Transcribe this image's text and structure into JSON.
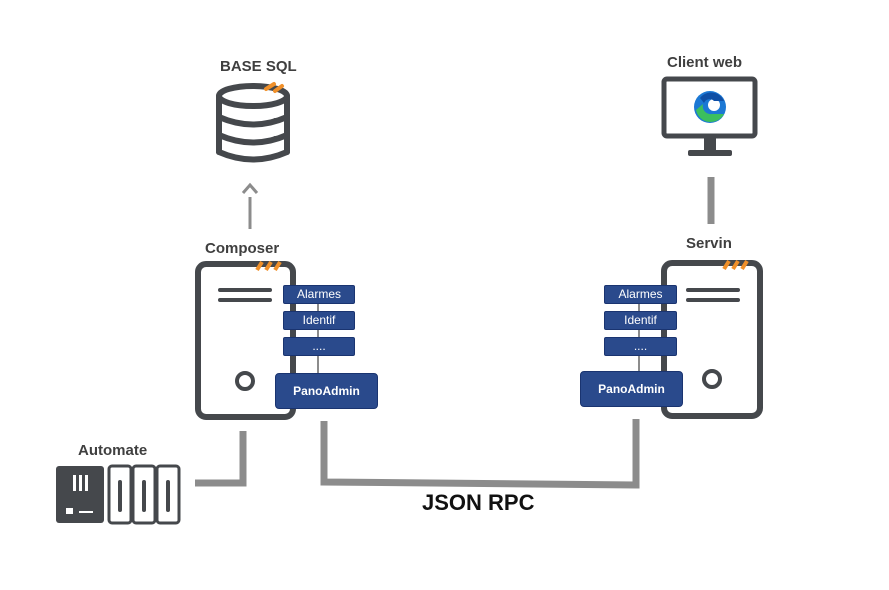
{
  "nodes": {
    "database": {
      "label": "BASE SQL"
    },
    "client": {
      "label": "Client web"
    },
    "composer": {
      "label": "Composer"
    },
    "servin": {
      "label": "Servin"
    },
    "automate": {
      "label": "Automate"
    }
  },
  "composer_modules": [
    "Alarmes",
    "Identif",
    "...."
  ],
  "servin_modules": [
    "Alarmes",
    "Identif",
    "...."
  ],
  "pano_label": "PanoAdmin",
  "connection_label": "JSON RPC",
  "icons": {
    "database": "database-icon",
    "client": "monitor-browser-icon",
    "server": "server-icon",
    "plc": "plc-icon"
  },
  "colors": {
    "server_stroke": "#45484c",
    "accent_orange": "#f0902a",
    "module_blue": "#2a4a8c",
    "connector_gray": "#8c8c8c",
    "browser_blue": "#1c78d4",
    "browser_green": "#3bbf5e"
  }
}
